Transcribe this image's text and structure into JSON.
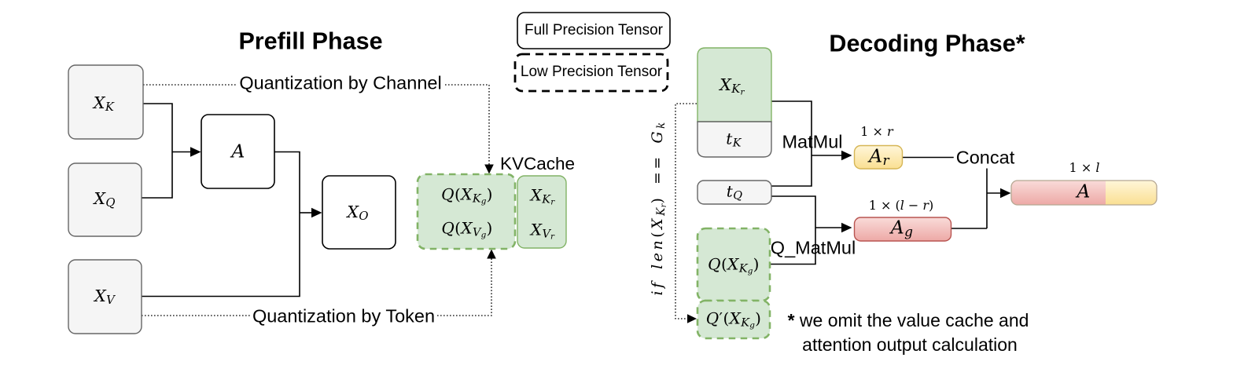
{
  "titles": {
    "prefill": "Prefill Phase",
    "decoding": "Decoding Phase*"
  },
  "legend": {
    "full_precision": "Full Precision Tensor",
    "low_precision": "Low Precision Tensor"
  },
  "edge_labels": {
    "quant_channel": "Quantization by Channel",
    "quant_token": "Quantization by Token",
    "kvcache": "KVCache",
    "matmul": "MatMul",
    "q_matmul": "Q_MatMul",
    "concat": "Concat"
  },
  "footnote": {
    "marker": "*",
    "line1": "we omit the value cache and",
    "line2": "attention output calculation"
  },
  "math": {
    "x_k": "X_{K}",
    "x_q": "X_{Q}",
    "x_v": "X_{V}",
    "a": "A",
    "x_o": "X_{O}",
    "q_xkg": "Q(X_{K_{g}})",
    "q_xvg": "Q(X_{V_{g}})",
    "x_kr": "X_{K_{r}}",
    "x_vr": "X_{V_{r}}",
    "x_kr_cache": "X_{K_{r}}",
    "t_k": "t_{K}",
    "t_q": "t_{Q}",
    "a_r": "A_{r}",
    "a_g": "A_{g}",
    "q_xkg_dec": "Q(X_{K_{g}})",
    "qp_xkg": "Q′(X_{K_{g}})",
    "a_final": "A",
    "dim_r": "1 × r",
    "dim_l_minus_r": "1 × (l − r)",
    "dim_l": "1 × l",
    "condition": "if len(X_{K_{r}}) == G_{k}"
  },
  "colors": {
    "green_fill": "#d5e8d4",
    "green_stroke": "#82b366",
    "gray_fill": "#f5f5f5",
    "gray_stroke": "#666666",
    "line_color": "#000000",
    "yellow_top": "#fff6d9",
    "yellow_bottom": "#fadf92",
    "yellow_stroke": "#d6b656",
    "pink_top": "#f9dbd9",
    "pink_bottom": "#eda9a6",
    "pink_stroke": "#b85450",
    "afinal_stroke": "#b5a792"
  }
}
